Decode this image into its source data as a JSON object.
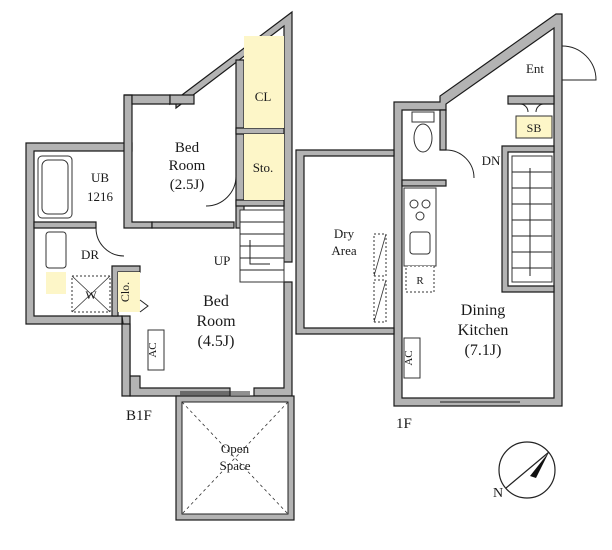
{
  "plan": {
    "b1f": {
      "level_label": "B1F",
      "rooms": {
        "bedroom_small": {
          "line1": "Bed",
          "line2": "Room",
          "line3": "(2.5J)"
        },
        "bedroom_main": {
          "line1": "Bed",
          "line2": "Room",
          "line3": "(4.5J)"
        },
        "unit_bath": {
          "line1": "UB",
          "line2": "1216"
        },
        "dressing_room": "DR",
        "closet": "CL",
        "storage": "Sto.",
        "closet_small": "Clo.",
        "washer": "W",
        "aircon": "AC",
        "stairs_up": "UP",
        "open_space": {
          "line1": "Open",
          "line2": "Space"
        }
      }
    },
    "f1": {
      "level_label": "1F",
      "rooms": {
        "dry_area": {
          "line1": "Dry",
          "line2": "Area"
        },
        "dining_kitchen": {
          "line1": "Dining",
          "line2": "Kitchen",
          "line3": "(7.1J)"
        },
        "entrance": "Ent",
        "switchboard": "SB",
        "stairs_down": "DN",
        "fridge": "R",
        "aircon": "AC"
      }
    },
    "compass": {
      "north_label": "N"
    }
  },
  "colors": {
    "wall": "#b3b3b3",
    "storage_fill": "#fdf6c8",
    "line": "#1a1a1a"
  }
}
